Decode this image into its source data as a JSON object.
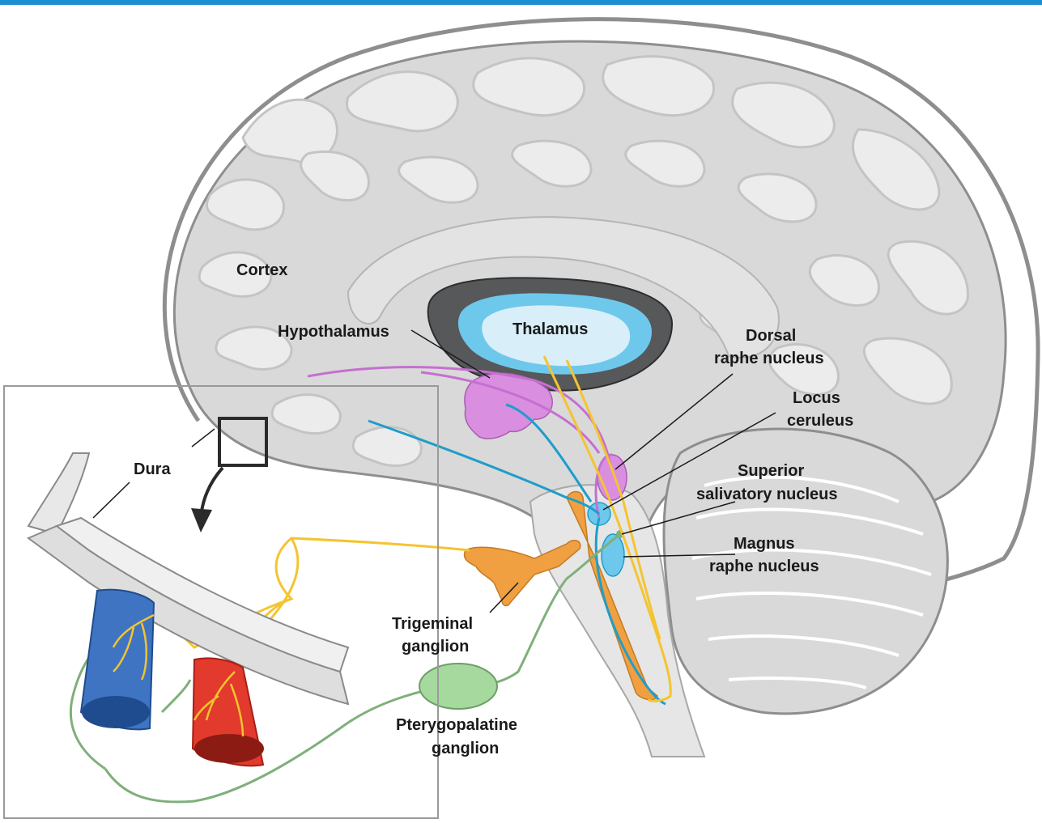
{
  "labels": {
    "cortex": "Cortex",
    "hypothalamus": "Hypothalamus",
    "thalamus": "Thalamus",
    "dorsal_raphe_1": "Dorsal",
    "dorsal_raphe_2": "raphe nucleus",
    "locus_1": "Locus",
    "locus_2": "ceruleus",
    "superior_1": "Superior",
    "superior_2": "salivatory nucleus",
    "magnus_1": "Magnus",
    "magnus_2": "raphe nucleus",
    "trigeminal_1": "Trigeminal",
    "trigeminal_2": "ganglion",
    "ptery_1": "Pterygopalatine",
    "ptery_2": "ganglion",
    "dura": "Dura"
  },
  "colors": {
    "top_bar": "#1b8fd2",
    "brain_fill": "#d9d9d9",
    "brain_gyri": "#ebebeb",
    "hypothalamus": "#d98ee0",
    "thalamus_outer": "#56585a",
    "thalamus_mid": "#6ec8ec",
    "thalamus_inner": "#d8eef8",
    "serotonin_path": "#c56fd0",
    "noradrenergic_path": "#1e9ec9",
    "trigeminal": "#f4c430",
    "trigeminal_ganglion": "#f0a040",
    "parasympathetic": "#7fb07a",
    "vein": "#3f74c2",
    "artery": "#e23a2c"
  }
}
